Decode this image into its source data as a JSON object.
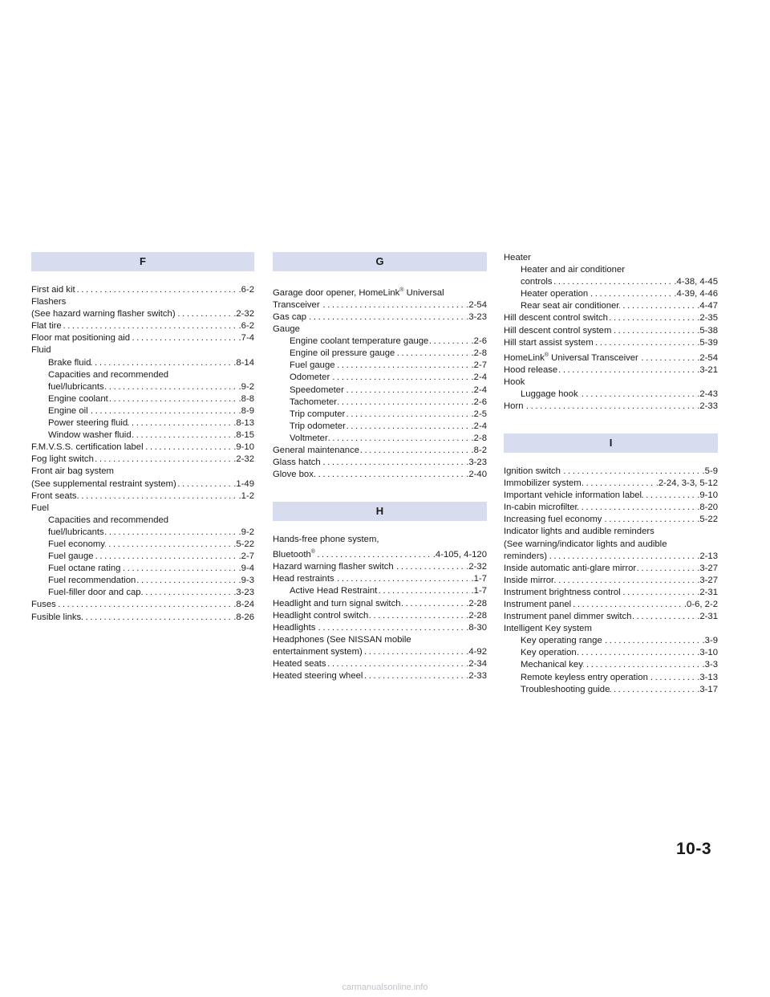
{
  "columns": [
    [
      {
        "type": "section",
        "letter": "F"
      },
      {
        "l": 0,
        "t": "First aid kit",
        "p": ".6-2"
      },
      {
        "l": 0,
        "t": "Flashers"
      },
      {
        "l": 0,
        "t": "(See hazard warning flasher switch)",
        "p": ".2-32"
      },
      {
        "l": 0,
        "t": "Flat tire",
        "p": ".6-2"
      },
      {
        "l": 0,
        "t": "Floor mat positioning aid",
        "p": ".7-4"
      },
      {
        "l": 0,
        "t": "Fluid"
      },
      {
        "l": 1,
        "t": "Brake fluid",
        "p": ".8-14"
      },
      {
        "l": 1,
        "t": "Capacities and recommended"
      },
      {
        "l": 1,
        "t": "fuel/lubricants",
        "p": ".9-2"
      },
      {
        "l": 1,
        "t": "Engine coolant",
        "p": ".8-8"
      },
      {
        "l": 1,
        "t": "Engine oil",
        "p": ".8-9"
      },
      {
        "l": 1,
        "t": "Power steering fluid",
        "p": ".8-13"
      },
      {
        "l": 1,
        "t": "Window washer fluid",
        "p": ".8-15"
      },
      {
        "l": 0,
        "t": "F.M.V.S.S. certification label",
        "p": ".9-10"
      },
      {
        "l": 0,
        "t": "Fog light switch",
        "p": ".2-32"
      },
      {
        "l": 0,
        "t": "Front air bag system"
      },
      {
        "l": 0,
        "t": "(See supplemental restraint system)",
        "p": ".1-49"
      },
      {
        "l": 0,
        "t": "Front seats",
        "p": ".1-2"
      },
      {
        "l": 0,
        "t": "Fuel"
      },
      {
        "l": 1,
        "t": "Capacities and recommended"
      },
      {
        "l": 1,
        "t": "fuel/lubricants",
        "p": ".9-2"
      },
      {
        "l": 1,
        "t": "Fuel economy",
        "p": ".5-22"
      },
      {
        "l": 1,
        "t": "Fuel gauge",
        "p": ".2-7"
      },
      {
        "l": 1,
        "t": "Fuel octane rating",
        "p": ".9-4"
      },
      {
        "l": 1,
        "t": "Fuel recommendation",
        "p": ".9-3"
      },
      {
        "l": 1,
        "t": "Fuel-filler door and cap",
        "p": ".3-23"
      },
      {
        "l": 0,
        "t": "Fuses",
        "p": ".8-24"
      },
      {
        "l": 0,
        "t": "Fusible links",
        "p": ".8-26"
      }
    ],
    [
      {
        "type": "section",
        "letter": "G"
      },
      {
        "l": 0,
        "t": "Garage door opener, HomeLink",
        "sup": "®",
        "t2": "Universal"
      },
      {
        "l": 0,
        "t": "Transceiver",
        "p": ".2-54"
      },
      {
        "l": 0,
        "t": "Gas cap",
        "p": ".3-23"
      },
      {
        "l": 0,
        "t": "Gauge"
      },
      {
        "l": 1,
        "t": "Engine coolant temperature gauge",
        "p": ".2-6"
      },
      {
        "l": 1,
        "t": "Engine oil pressure gauge",
        "p": ".2-8"
      },
      {
        "l": 1,
        "t": "Fuel gauge",
        "p": ".2-7"
      },
      {
        "l": 1,
        "t": "Odometer",
        "p": ".2-4"
      },
      {
        "l": 1,
        "t": "Speedometer",
        "p": ".2-4"
      },
      {
        "l": 1,
        "t": "Tachometer",
        "p": ".2-6"
      },
      {
        "l": 1,
        "t": "Trip computer",
        "p": ".2-5"
      },
      {
        "l": 1,
        "t": "Trip odometer",
        "p": ".2-4"
      },
      {
        "l": 1,
        "t": "Voltmeter",
        "p": ".2-8"
      },
      {
        "l": 0,
        "t": "General maintenance",
        "p": ".8-2"
      },
      {
        "l": 0,
        "t": "Glass hatch",
        "p": ".3-23"
      },
      {
        "l": 0,
        "t": "Glove box",
        "p": ".2-40"
      },
      {
        "type": "gap"
      },
      {
        "type": "section",
        "letter": "H"
      },
      {
        "l": 0,
        "t": "Hands-free phone system,"
      },
      {
        "l": 0,
        "t": "Bluetooth",
        "sup": "®",
        "p": ".4-105, 4-120"
      },
      {
        "l": 0,
        "t": "Hazard warning flasher switch",
        "p": ".2-32"
      },
      {
        "l": 0,
        "t": "Head restraints",
        "p": ".1-7"
      },
      {
        "l": 1,
        "t": "Active Head Restraint",
        "p": ".1-7"
      },
      {
        "l": 0,
        "t": "Headlight and turn signal switch",
        "p": ".2-28"
      },
      {
        "l": 0,
        "t": "Headlight control switch",
        "p": ".2-28"
      },
      {
        "l": 0,
        "t": "Headlights",
        "p": ".8-30"
      },
      {
        "l": 0,
        "t": "Headphones (See NISSAN mobile"
      },
      {
        "l": 0,
        "t": "entertainment system)",
        "p": ".4-92"
      },
      {
        "l": 0,
        "t": "Heated seats",
        "p": ".2-34"
      },
      {
        "l": 0,
        "t": "Heated steering wheel",
        "p": ".2-33"
      }
    ],
    [
      {
        "l": 0,
        "t": "Heater"
      },
      {
        "l": 1,
        "t": "Heater and air conditioner"
      },
      {
        "l": 1,
        "t": "controls",
        "p": ".4-38, 4-45"
      },
      {
        "l": 1,
        "t": "Heater operation",
        "p": ".4-39, 4-46"
      },
      {
        "l": 1,
        "t": "Rear seat air conditioner",
        "p": ".4-47"
      },
      {
        "l": 0,
        "t": "Hill descent control switch",
        "p": ".2-35"
      },
      {
        "l": 0,
        "t": "Hill descent control system",
        "p": ".5-38"
      },
      {
        "l": 0,
        "t": "Hill start assist system",
        "p": ".5-39"
      },
      {
        "l": 0,
        "t": "HomeLink",
        "sup": "®",
        "t2": "Universal Transceiver",
        "p": ".2-54"
      },
      {
        "l": 0,
        "t": "Hood release",
        "p": ".3-21"
      },
      {
        "l": 0,
        "t": "Hook"
      },
      {
        "l": 1,
        "t": "Luggage hook",
        "p": ".2-43"
      },
      {
        "l": 0,
        "t": "Horn",
        "p": ".2-33"
      },
      {
        "type": "gap"
      },
      {
        "type": "section",
        "letter": "I"
      },
      {
        "l": 0,
        "t": "Ignition switch",
        "p": ".5-9"
      },
      {
        "l": 0,
        "t": "Immobilizer system",
        "p": ".2-24, 3-3, 5-12"
      },
      {
        "l": 0,
        "t": "Important vehicle information label",
        "p": ".9-10"
      },
      {
        "l": 0,
        "t": "In-cabin microfilter",
        "p": ".8-20"
      },
      {
        "l": 0,
        "t": "Increasing fuel economy",
        "p": ".5-22"
      },
      {
        "l": 0,
        "t": "Indicator lights and audible reminders"
      },
      {
        "l": 0,
        "t": "(See warning/indicator lights and audible"
      },
      {
        "l": 0,
        "t": "reminders)",
        "p": ".2-13"
      },
      {
        "l": 0,
        "t": "Inside automatic anti-glare mirror",
        "p": ".3-27"
      },
      {
        "l": 0,
        "t": "Inside mirror",
        "p": ".3-27"
      },
      {
        "l": 0,
        "t": "Instrument brightness control",
        "p": ".2-31"
      },
      {
        "l": 0,
        "t": "Instrument panel",
        "p": ".0-6, 2-2"
      },
      {
        "l": 0,
        "t": "Instrument panel dimmer switch",
        "p": ".2-31"
      },
      {
        "l": 0,
        "t": "Intelligent Key system"
      },
      {
        "l": 1,
        "t": "Key operating range",
        "p": ".3-9"
      },
      {
        "l": 1,
        "t": "Key operation",
        "p": ".3-10"
      },
      {
        "l": 1,
        "t": "Mechanical key",
        "p": ".3-3"
      },
      {
        "l": 1,
        "t": "Remote keyless entry operation",
        "p": ".3-13"
      },
      {
        "l": 1,
        "t": "Troubleshooting guide",
        "p": ".3-17"
      }
    ]
  ],
  "page_number": "10-3",
  "watermark": "carmanualsonline.info"
}
